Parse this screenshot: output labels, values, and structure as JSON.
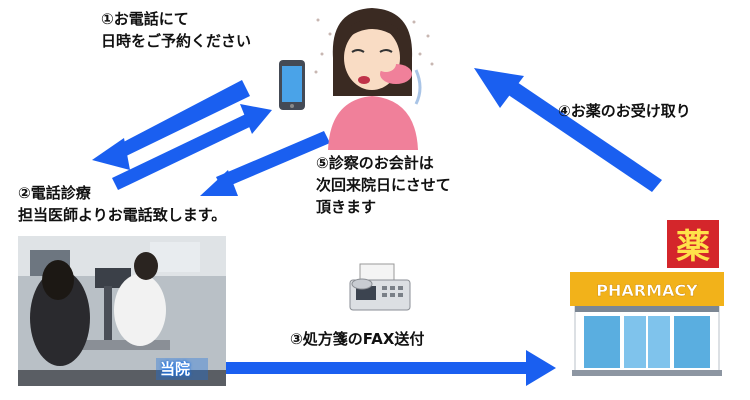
{
  "steps": {
    "step1": {
      "line1": "①お電話にて",
      "line2": "日時をご予約ください"
    },
    "step2": {
      "line1": "②電話診療",
      "line2": "担当医師よりお電話致します。"
    },
    "step3": {
      "line1": "③処方箋のFAX送付"
    },
    "step4": {
      "line1": "④お薬のお受け取り"
    },
    "step5": {
      "line1": "⑤診察のお会計は",
      "line2": "次回来院日にさせて",
      "line3": "頂きます"
    }
  },
  "clinic": {
    "badge": "当院"
  },
  "pharmacy": {
    "sign": "PHARMACY",
    "kanji_sign": "薬"
  },
  "colors": {
    "arrow": "#1a5ff0",
    "pharmacy_roof": "#f2b21a",
    "kanji_sign_bg": "#d4262b"
  },
  "icons": [
    "smartphone-icon",
    "fax-machine-icon",
    "sick-woman-icon",
    "pharmacy-building-icon"
  ]
}
